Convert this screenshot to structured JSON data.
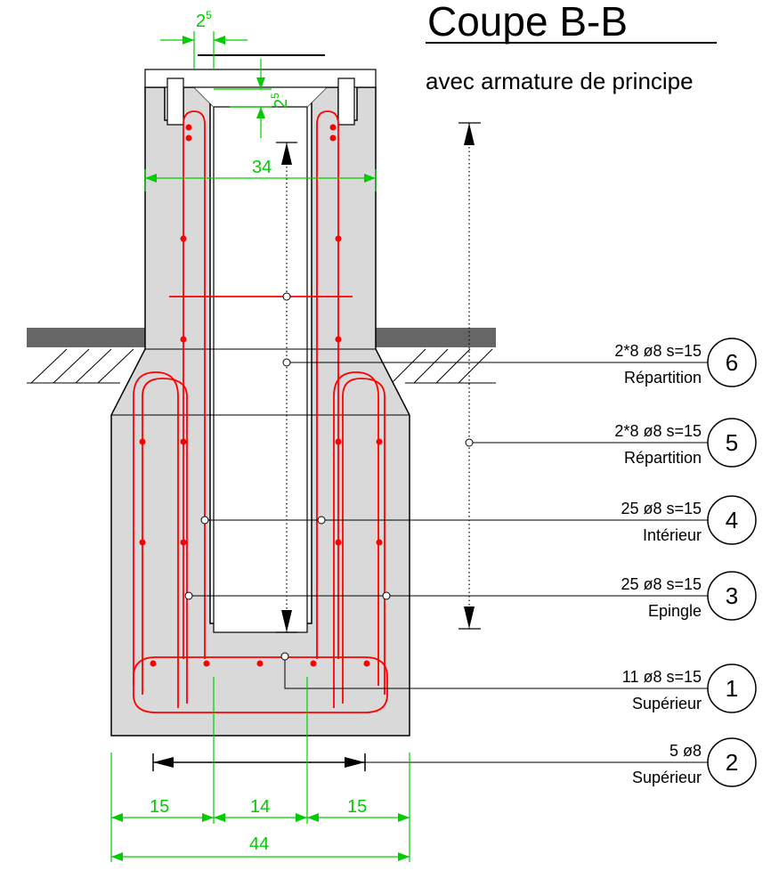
{
  "title": "Coupe B-B",
  "subtitle": "avec armature de principe",
  "dimensions": {
    "top_gap_main": "2",
    "top_gap_exp": "5",
    "side_gap_main": "2",
    "side_gap_exp": "5",
    "inner_width": "34",
    "bottom_left": "15",
    "bottom_mid": "14",
    "bottom_right": "15",
    "total_width": "44"
  },
  "labels": [
    {
      "number": "6",
      "line1": "2*8 ø8 s=15",
      "line2": "Répartition"
    },
    {
      "number": "5",
      "line1": "2*8 ø8 s=15",
      "line2": "Répartition"
    },
    {
      "number": "4",
      "line1": "25 ø8 s=15",
      "line2": "Intérieur"
    },
    {
      "number": "3",
      "line1": "25 ø8 s=15",
      "line2": "Epingle"
    },
    {
      "number": "1",
      "line1": "11 ø8 s=15",
      "line2": "Supérieur"
    },
    {
      "number": "2",
      "line1": "5 ø8",
      "line2": "Supérieur"
    }
  ],
  "colors": {
    "concrete": "#d9d9d9",
    "rebar": "#ff0000",
    "dimension": "#00cc00",
    "ground": "#666666",
    "outline": "#000000"
  }
}
